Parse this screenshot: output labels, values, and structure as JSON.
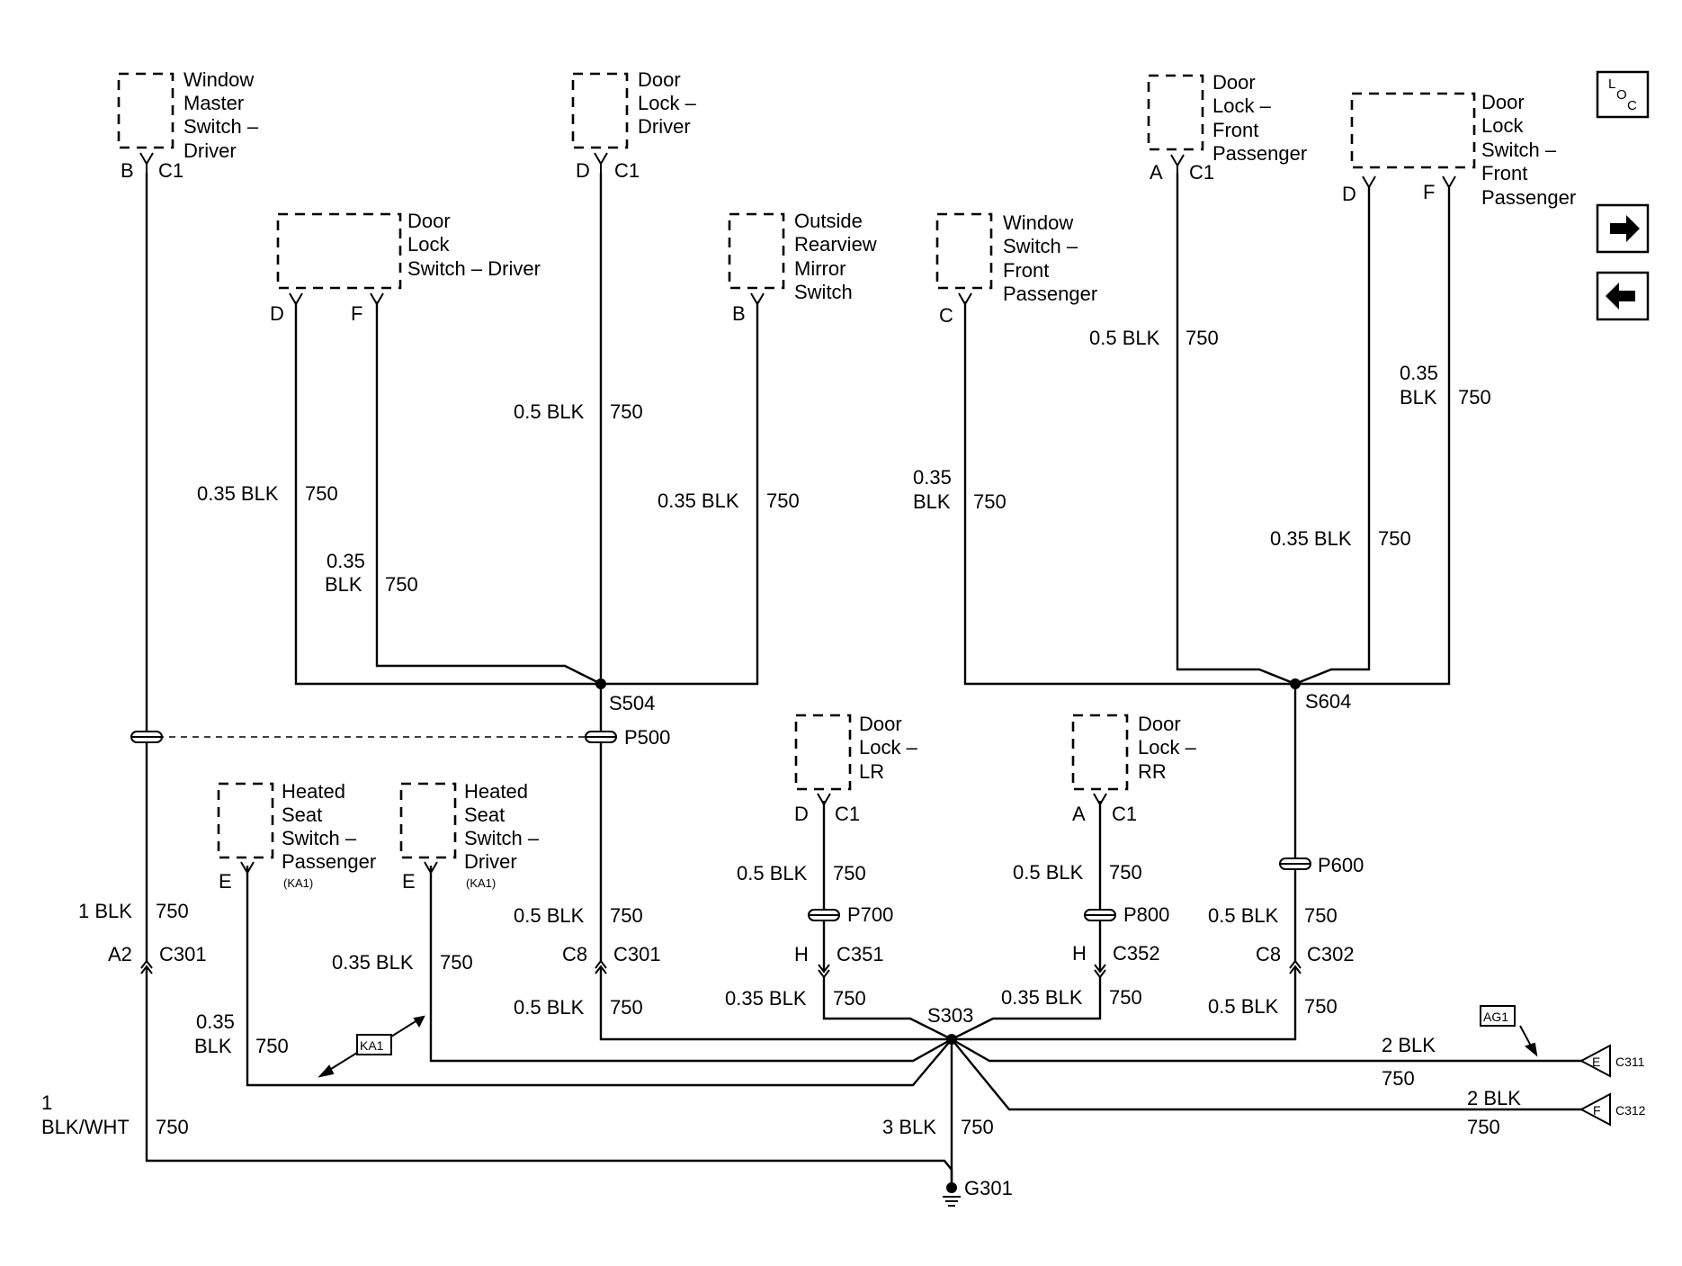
{
  "components": {
    "window_master_switch_driver": {
      "lines": [
        "Window",
        "Master",
        "Switch –",
        "Driver"
      ],
      "pin": "B",
      "connector": "C1"
    },
    "door_lock_driver": {
      "lines": [
        "Door",
        "Lock –",
        "Driver"
      ],
      "pin": "D",
      "connector": "C1"
    },
    "door_lock_switch_driver": {
      "lines": [
        "Door",
        "Lock",
        "Switch – Driver"
      ],
      "pin_d": "D",
      "pin_f": "F"
    },
    "outside_rearview_mirror_switch": {
      "lines": [
        "Outside",
        "Rearview",
        "Mirror",
        "Switch"
      ],
      "pin": "B"
    },
    "window_switch_front_passenger": {
      "lines": [
        "Window",
        "Switch –",
        "Front",
        "Passenger"
      ],
      "pin": "C"
    },
    "door_lock_front_passenger": {
      "lines": [
        "Door",
        "Lock –",
        "Front",
        "Passenger"
      ],
      "pin": "A",
      "connector": "C1"
    },
    "door_lock_switch_front_passenger": {
      "lines": [
        "Door",
        "Lock",
        "Switch –",
        "Front",
        "Passenger"
      ],
      "pin_d": "D",
      "pin_f": "F"
    },
    "heated_seat_switch_passenger": {
      "lines": [
        "Heated",
        "Seat",
        "Switch –",
        "Passenger"
      ],
      "note": "(KA1)",
      "pin": "E"
    },
    "heated_seat_switch_driver": {
      "lines": [
        "Heated",
        "Seat",
        "Switch –",
        "Driver"
      ],
      "note": "(KA1)",
      "pin": "E"
    },
    "door_lock_lr": {
      "lines": [
        "Door",
        "Lock –",
        "LR"
      ],
      "pin": "D",
      "connector": "C1"
    },
    "door_lock_rr": {
      "lines": [
        "Door",
        "Lock –",
        "RR"
      ],
      "pin": "A",
      "connector": "C1"
    }
  },
  "wires": {
    "w_wms_top": {
      "size": "1 BLK",
      "circuit": "750"
    },
    "w_wms_bottom": {
      "size_lines": [
        "1",
        "BLK/WHT"
      ],
      "circuit": "750"
    },
    "w_dld": {
      "size": "0.5 BLK",
      "circuit": "750"
    },
    "w_dlsd_d": {
      "size": "0.35 BLK",
      "circuit": "750"
    },
    "w_dlsd_f": {
      "size_lines": [
        "0.35",
        "BLK"
      ],
      "circuit": "750"
    },
    "w_mirror": {
      "size": "0.35 BLK",
      "circuit": "750"
    },
    "w_wsfp": {
      "size_lines": [
        "0.35",
        "BLK"
      ],
      "circuit": "750"
    },
    "w_dlfp": {
      "size": "0.5 BLK",
      "circuit": "750"
    },
    "w_dlsfp_f": {
      "size_lines": [
        "0.35",
        "BLK"
      ],
      "circuit": "750"
    },
    "w_dlsfp_d": {
      "size": "0.35 BLK",
      "circuit": "750"
    },
    "w_p500_below": {
      "size": "0.5 BLK",
      "circuit": "750"
    },
    "w_c301_c8_below": {
      "size": "0.5 BLK",
      "circuit": "750"
    },
    "w_lr_upper": {
      "size": "0.5 BLK",
      "circuit": "750"
    },
    "w_lr_lower": {
      "size": "0.35 BLK",
      "circuit": "750"
    },
    "w_rr_upper": {
      "size": "0.5 BLK",
      "circuit": "750"
    },
    "w_rr_lower": {
      "size": "0.35 BLK",
      "circuit": "750"
    },
    "w_p600_below": {
      "size": "0.5 BLK",
      "circuit": "750"
    },
    "w_c302_below": {
      "size": "0.5 BLK",
      "circuit": "750"
    },
    "w_hsd": {
      "size": "0.35 BLK",
      "circuit": "750"
    },
    "w_hsp": {
      "size_lines": [
        "0.35",
        "BLK"
      ],
      "circuit": "750"
    },
    "w_ground": {
      "size": "3 BLK",
      "circuit": "750"
    },
    "w_c311": {
      "size": "2 BLK",
      "circuit": "750"
    },
    "w_c312": {
      "size": "2 BLK",
      "circuit": "750"
    }
  },
  "splices": {
    "s504": "S504",
    "s604": "S604",
    "s303": "S303"
  },
  "connectors": {
    "p500": "P500",
    "p600": "P600",
    "p700": "P700",
    "p800": "P800",
    "c301_a2": {
      "pin": "A2",
      "name": "C301"
    },
    "c301_c8": {
      "pin": "C8",
      "name": "C301"
    },
    "c351": {
      "pin": "H",
      "name": "C351"
    },
    "c352": {
      "pin": "H",
      "name": "C352"
    },
    "c302": {
      "pin": "C8",
      "name": "C302"
    },
    "c311": {
      "pin": "E",
      "name": "C311"
    },
    "c312": {
      "pin": "F",
      "name": "C312"
    }
  },
  "ground": "G301",
  "refs": {
    "ka1": "KA1",
    "ag1": "AG1"
  },
  "nav": {
    "loc_l": "L",
    "loc_o": "O",
    "loc_c": "C",
    "next_icon": "arrow-right-icon",
    "prev_icon": "arrow-left-icon"
  }
}
